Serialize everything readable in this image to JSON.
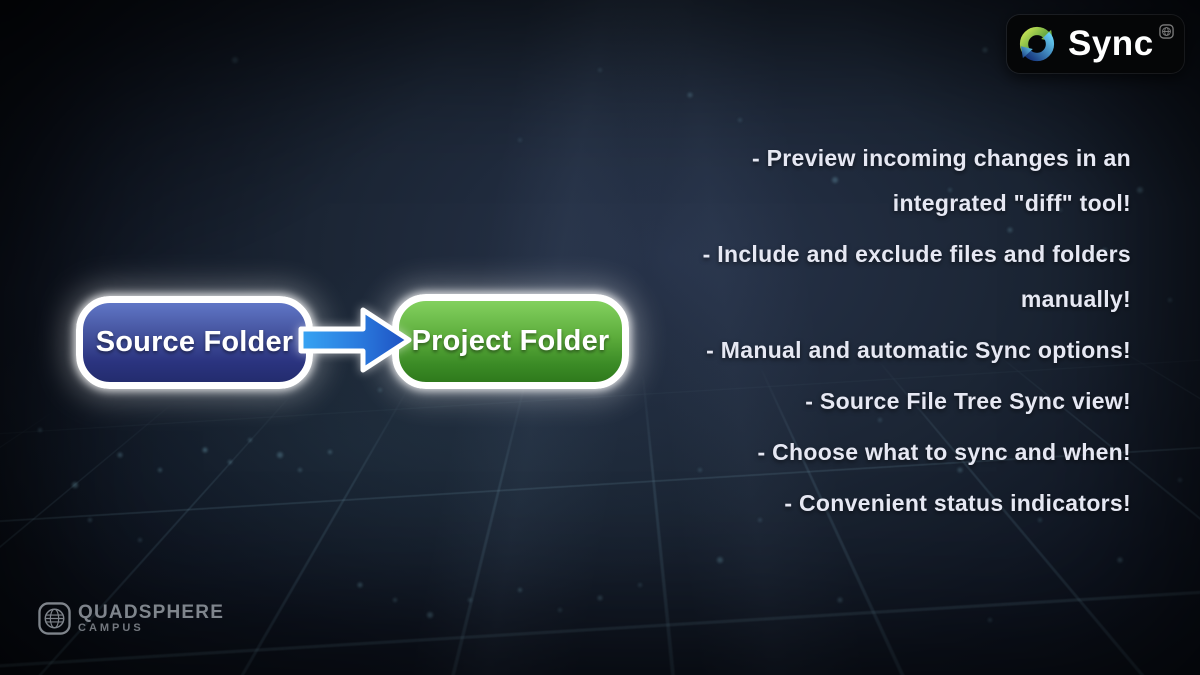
{
  "sync_badge": {
    "label": "Sync",
    "icon": "sync-arrows-icon",
    "superscript_icon": "globe-icon",
    "bg_color": "#050607"
  },
  "diagram": {
    "source_label": "Source Folder",
    "target_label": "Project Folder",
    "source_color_top": "#6076c6",
    "source_color_bottom": "#232c6e",
    "target_color_top": "#83d15f",
    "target_color_bottom": "#2f7a1c",
    "arrow_color_start": "#38a4f3",
    "arrow_color_end": "#1d4fc0",
    "arrow_direction": "right"
  },
  "features": {
    "items": [
      {
        "lines": [
          "- Preview incoming changes in an",
          "integrated \"diff\" tool!"
        ]
      },
      {
        "lines": [
          "- Include and exclude files and folders",
          "manually!"
        ]
      },
      {
        "lines": [
          "- Manual and automatic Sync options!"
        ]
      },
      {
        "lines": [
          "- Source File Tree Sync view!"
        ]
      },
      {
        "lines": [
          "- Choose what to sync and when!"
        ]
      },
      {
        "lines": [
          "- Convenient status indicators!"
        ]
      }
    ],
    "text_color": "#e6e8f3"
  },
  "footer_brand": {
    "name": "QUADSPHERE",
    "sub": "CAMPUS",
    "icon": "quadsphere-globe-icon",
    "color": "#9aa0a8"
  }
}
